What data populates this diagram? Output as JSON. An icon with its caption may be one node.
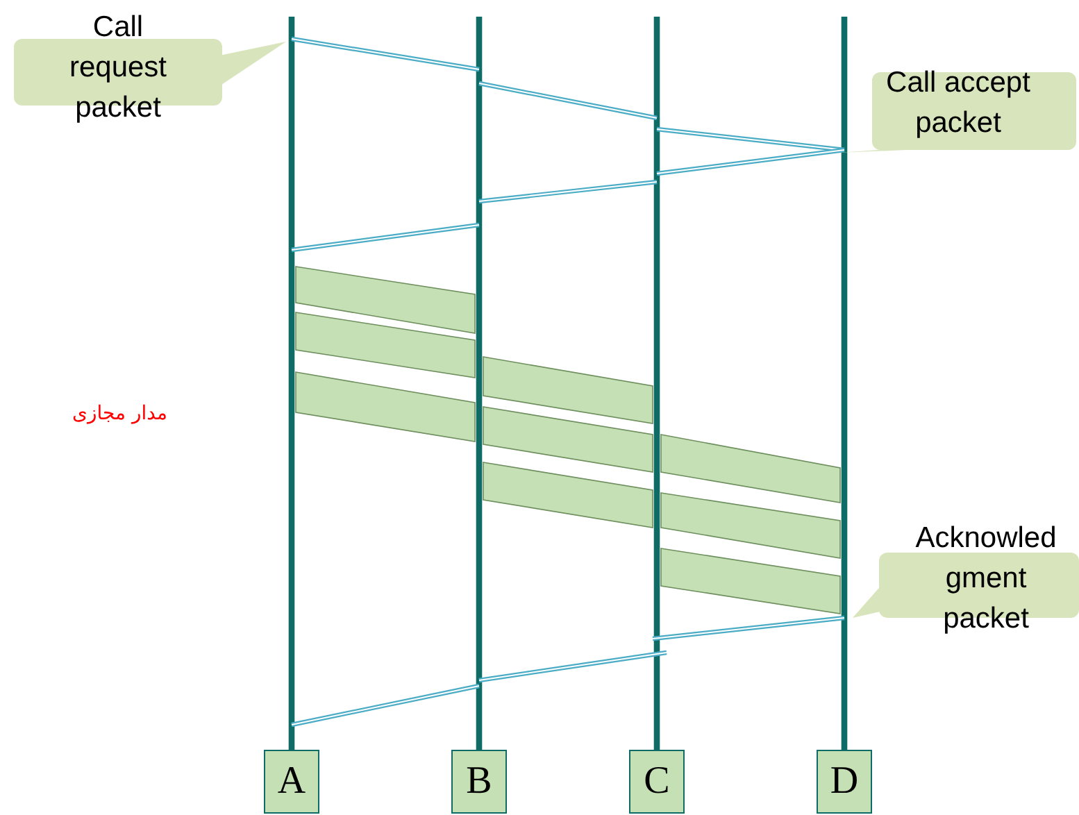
{
  "diagram": {
    "nodes": [
      {
        "text": [
          "Call request packet"
        ]
      },
      {
        "text": [
          "Call accept packet"
        ]
      },
      {
        "text": [
          "Acknowled gment packet"
        ]
      },
      {
        "text": [
          "A"
        ]
      },
      {
        "text": [
          "B"
        ]
      },
      {
        "text": [
          "C"
        ]
      },
      {
        "text": [
          "D"
        ]
      }
    ],
    "labels": [
      "مدار مجازی"
    ]
  }
}
